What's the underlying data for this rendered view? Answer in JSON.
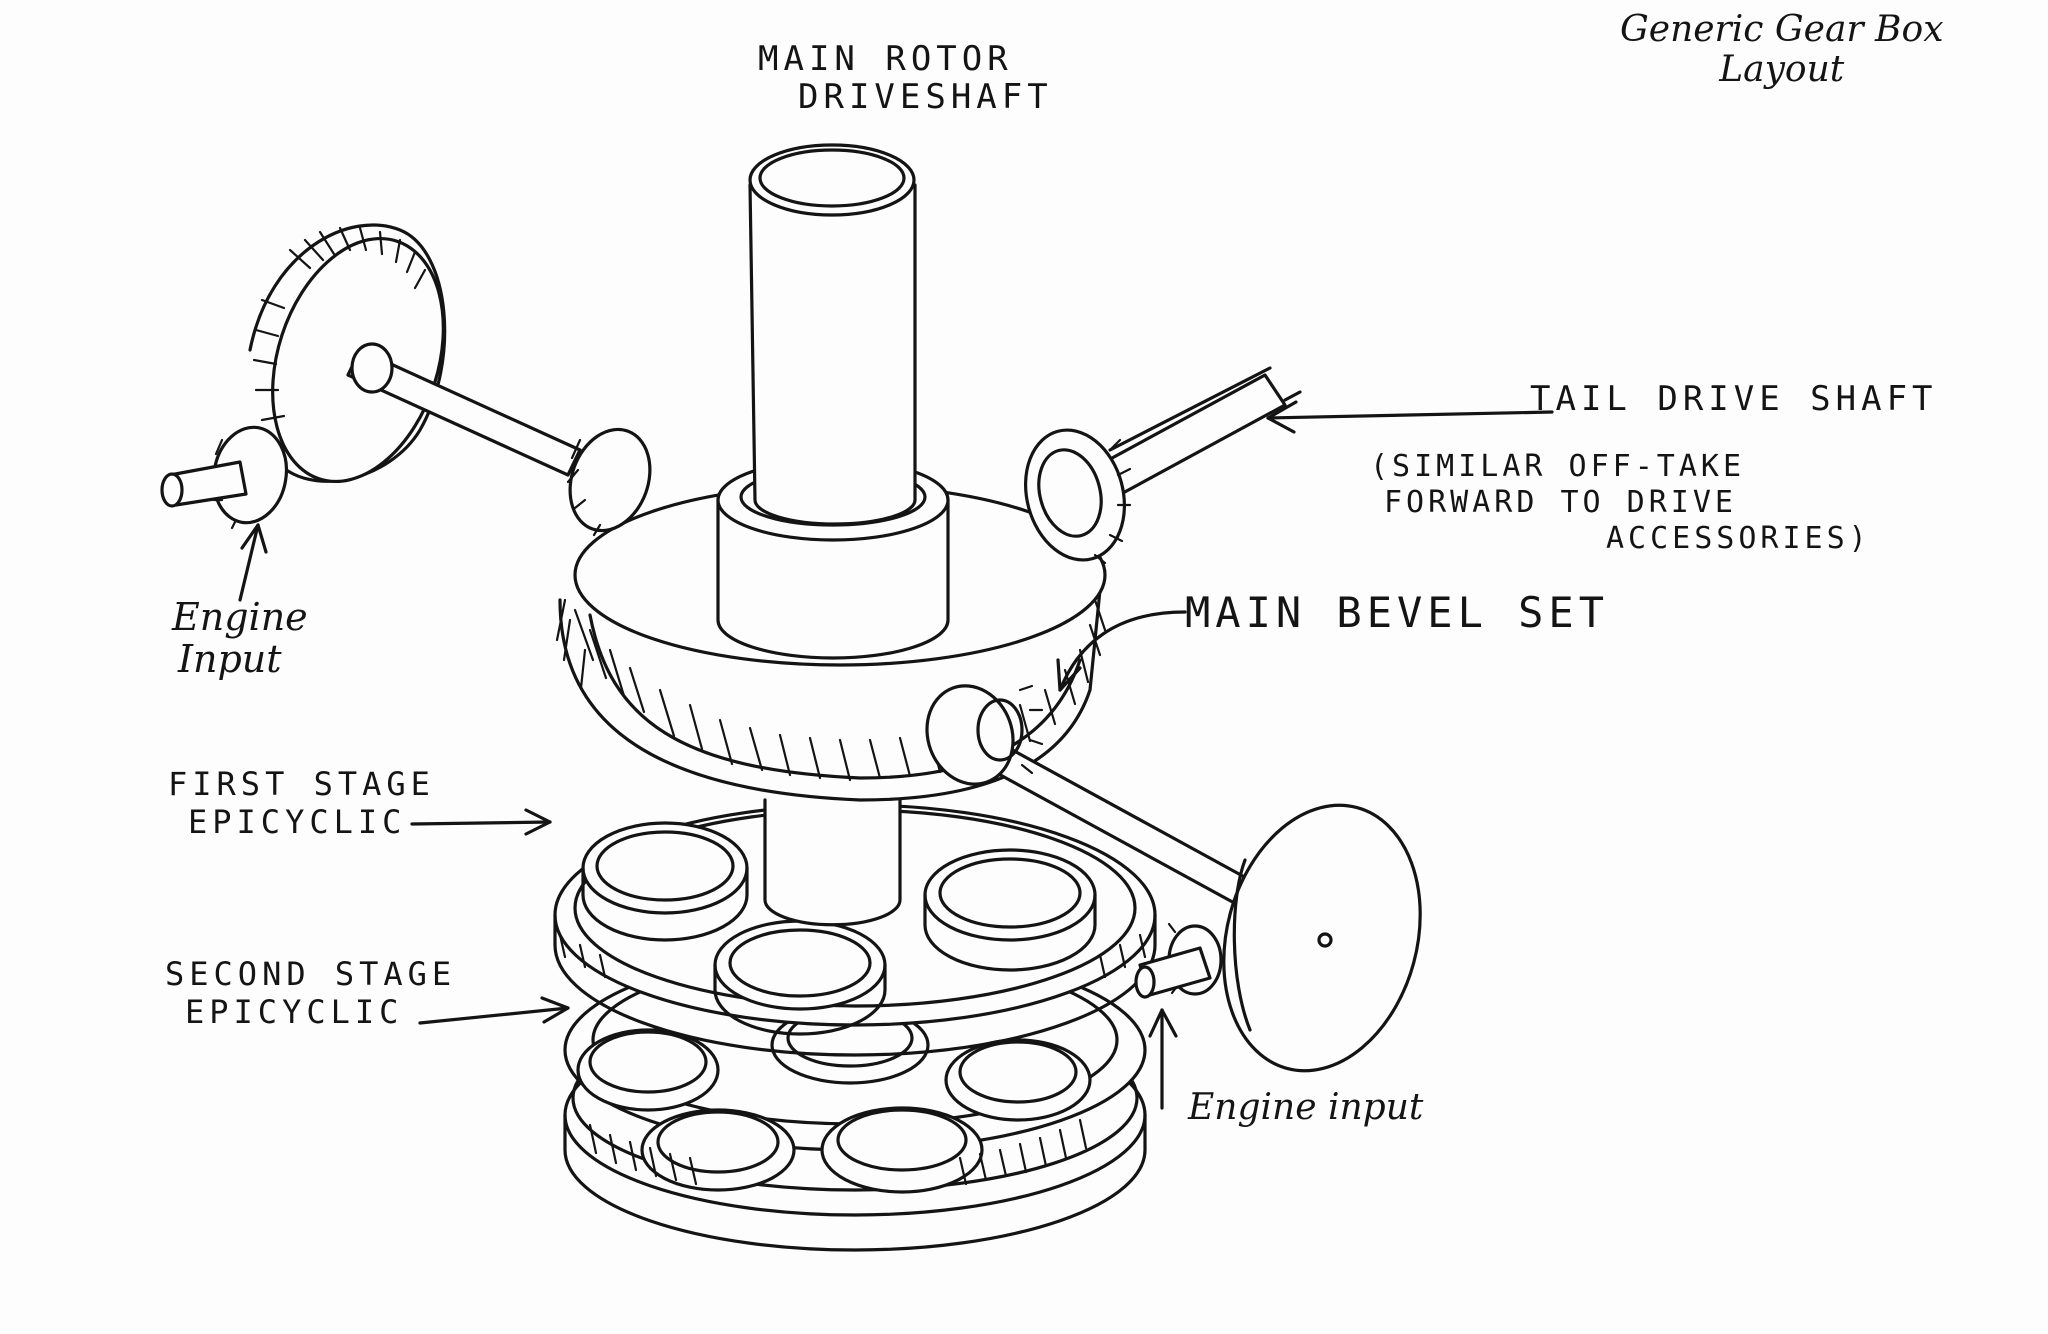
{
  "title": {
    "line1": "Generic Gear Box",
    "line2": "Layout"
  },
  "labels": {
    "main_rotor_driveshaft": {
      "line1": "MAIN ROTOR",
      "line2": "DRIVESHAFT"
    },
    "tail_drive_shaft": "TAIL DRIVE SHAFT",
    "tail_note": {
      "line1": "(SIMILAR OFF-TAKE",
      "line2": "FORWARD TO DRIVE",
      "line3": "ACCESSORIES)"
    },
    "main_bevel_set": "MAIN BEVEL SET",
    "engine_input_left": {
      "line1": "Engine",
      "line2": "Input"
    },
    "first_stage": {
      "line1": "FIRST STAGE",
      "line2": "EPICYCLIC"
    },
    "second_stage": {
      "line1": "SECOND STAGE",
      "line2": "EPICYCLIC"
    },
    "engine_input_right": "Engine input"
  },
  "colors": {
    "ink": "#141414",
    "paper": "#fdfdfd"
  }
}
